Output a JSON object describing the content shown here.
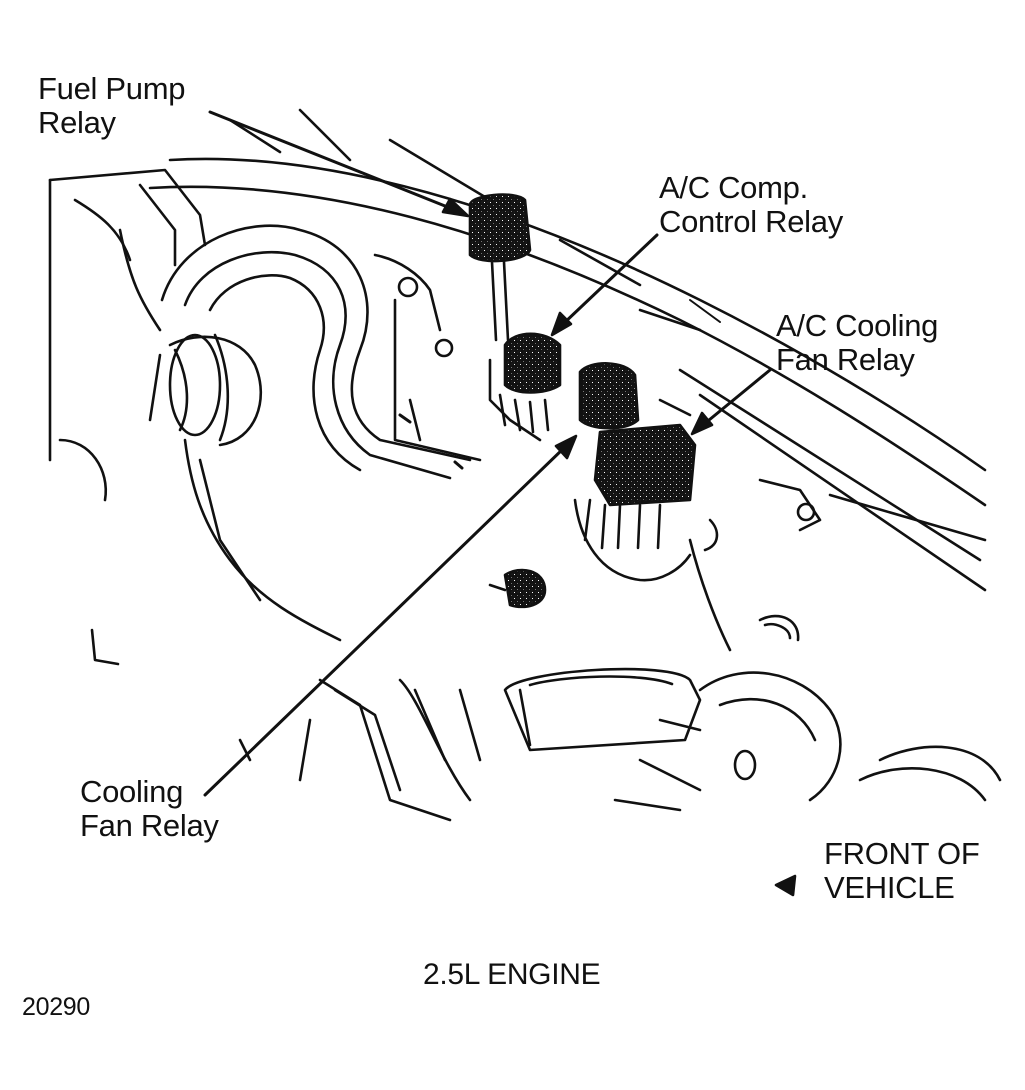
{
  "labels": {
    "fuel_pump_line1": "Fuel Pump",
    "fuel_pump_line2": "Relay",
    "ac_comp_line1": "A/C Comp.",
    "ac_comp_line2": "Control Relay",
    "ac_fan_line1": "A/C Cooling",
    "ac_fan_line2": "Fan Relay",
    "cooling_fan_line1": "Cooling",
    "cooling_fan_line2": "Fan Relay",
    "front_line1": "FRONT OF",
    "front_line2": "VEHICLE"
  },
  "caption": "2.5L ENGINE",
  "figure_number": "20290",
  "colors": {
    "ink": "#111111",
    "paper": "#ffffff"
  }
}
